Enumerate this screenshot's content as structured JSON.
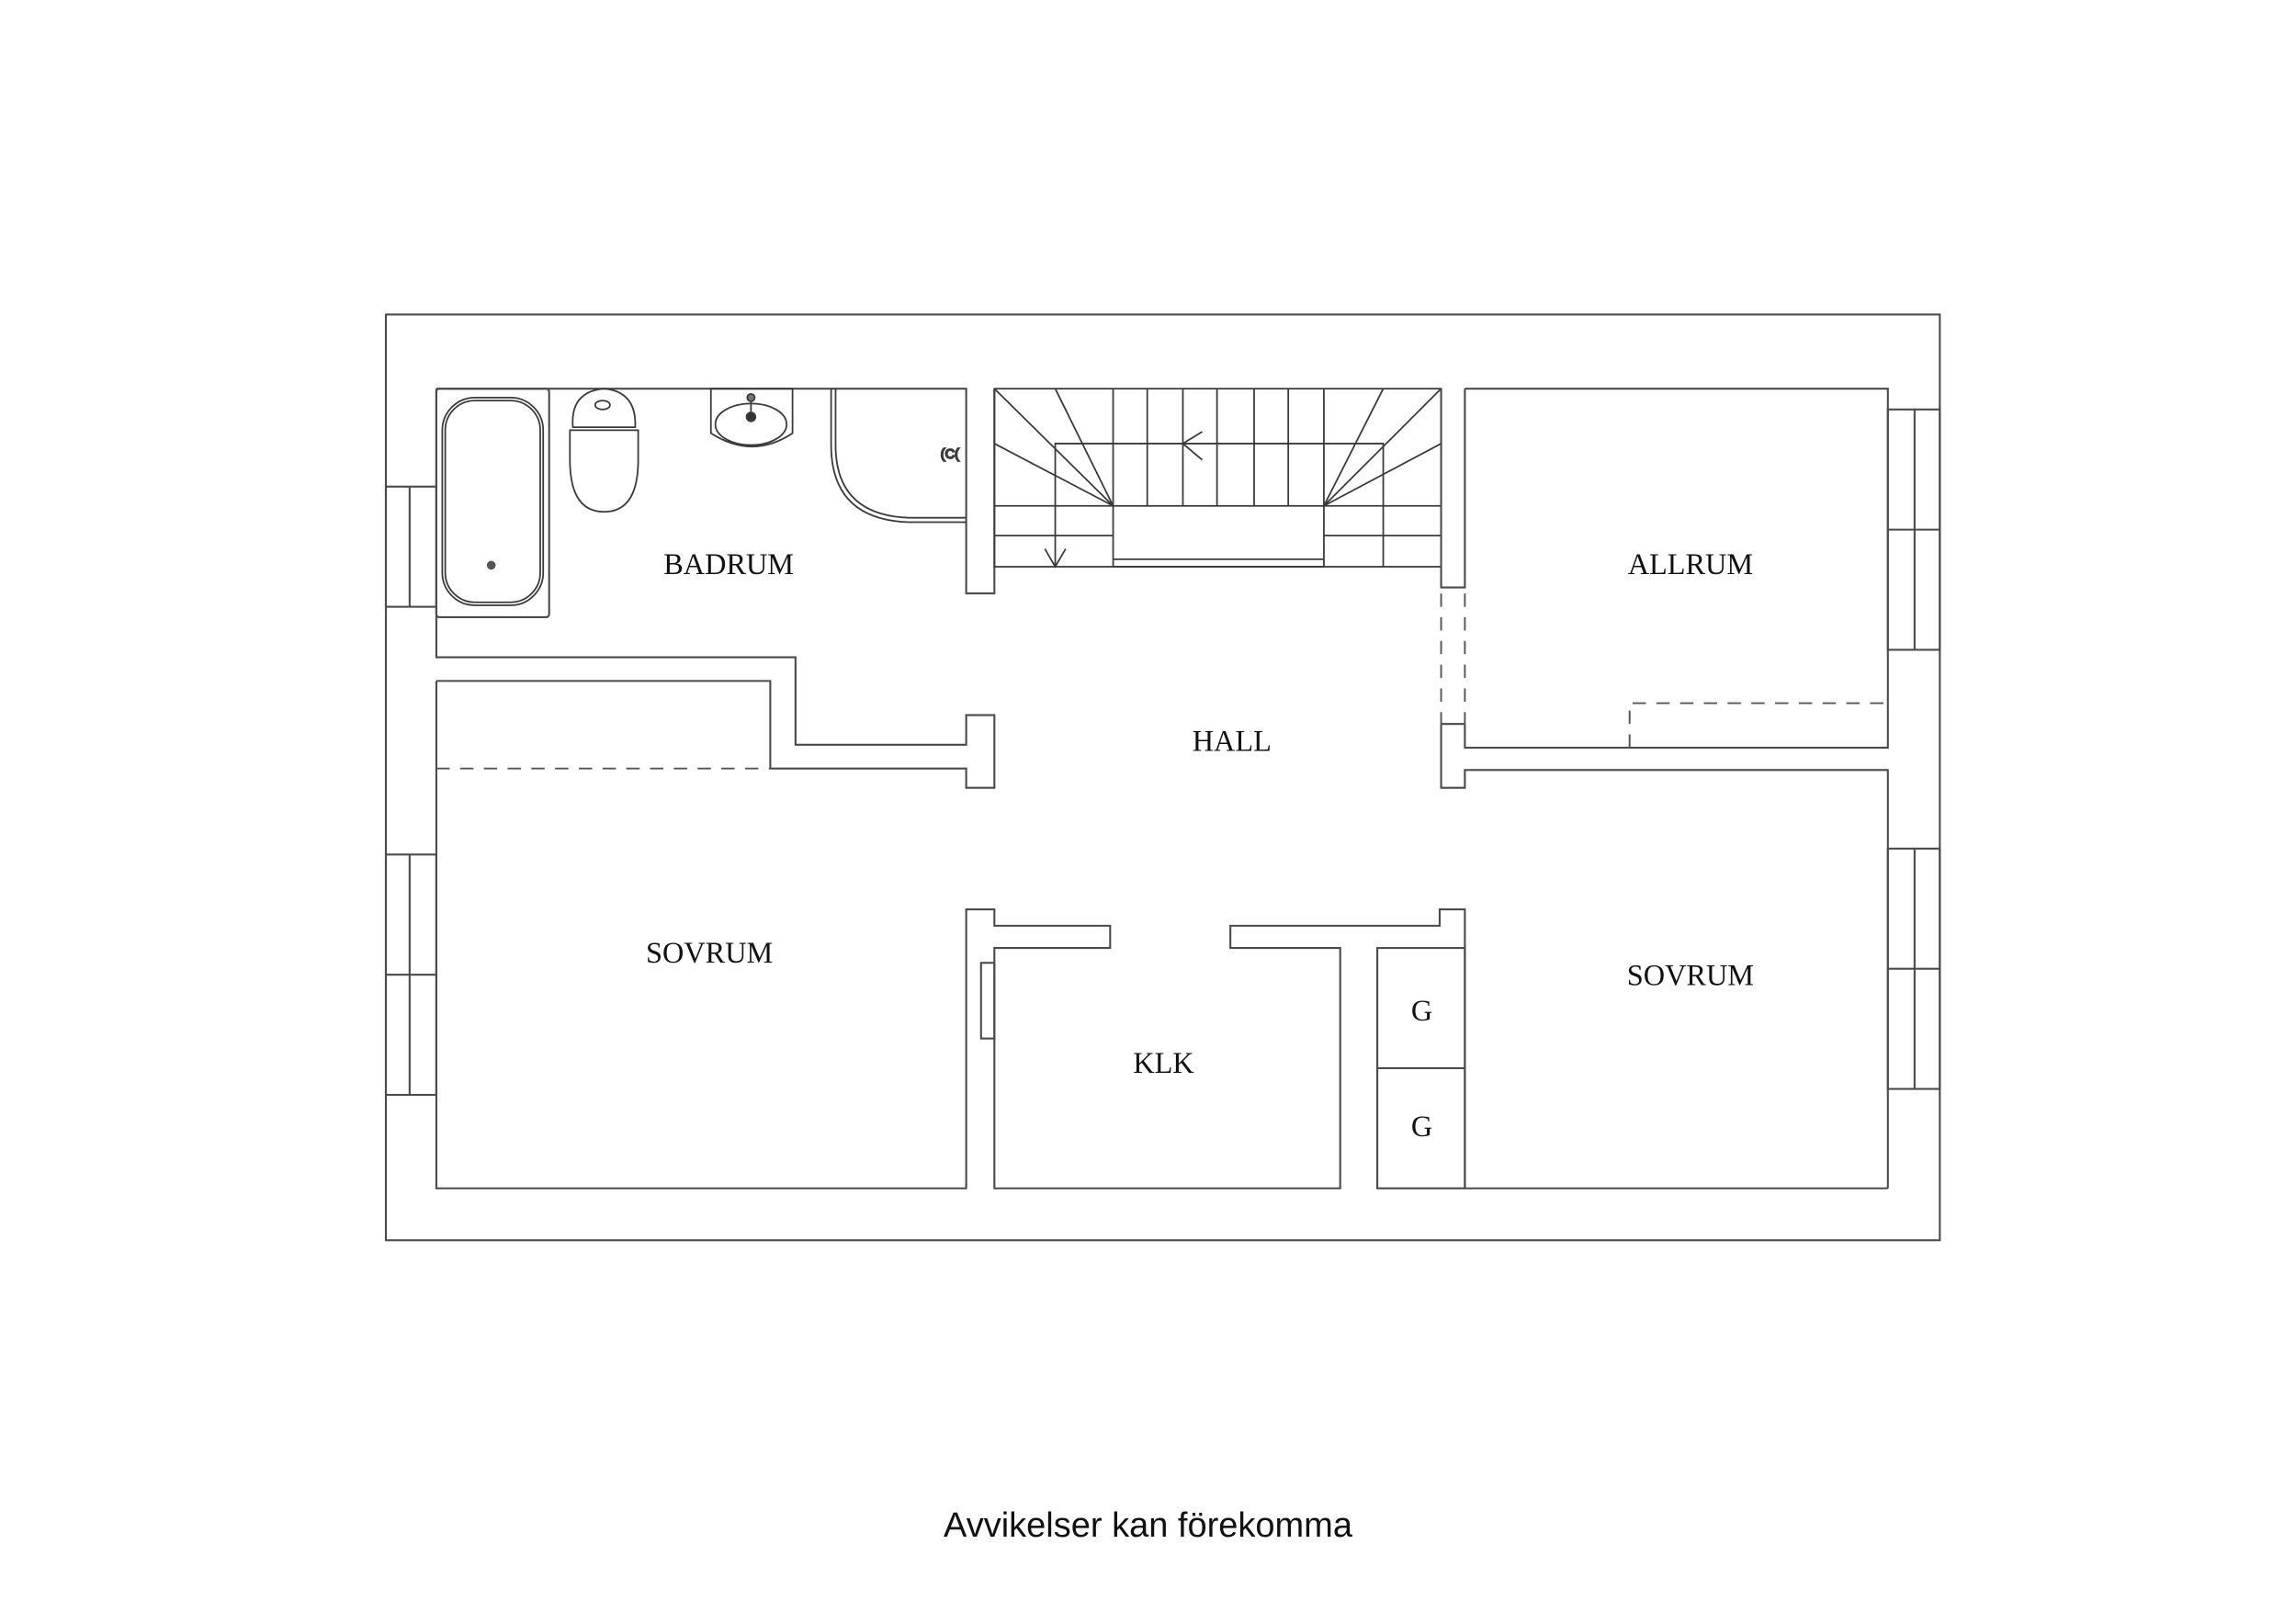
{
  "floor_plan": {
    "rooms": [
      {
        "id": "badrum",
        "label": "BADRUM"
      },
      {
        "id": "hall",
        "label": "HALL"
      },
      {
        "id": "allrum",
        "label": "ALLRUM"
      },
      {
        "id": "sovrum_left",
        "label": "SOVRUM"
      },
      {
        "id": "klk",
        "label": "KLK"
      },
      {
        "id": "sovrum_right",
        "label": "SOVRUM"
      },
      {
        "id": "g1",
        "label": "G"
      },
      {
        "id": "g2",
        "label": "G"
      }
    ],
    "fixtures": [
      "bathtub",
      "toilet",
      "sink",
      "shower",
      "staircase"
    ],
    "colors": {
      "line": "#4a4a4a",
      "background": "#ffffff",
      "text": "#111111"
    }
  },
  "footer": {
    "disclaimer": "Avvikelser kan förekomma"
  }
}
